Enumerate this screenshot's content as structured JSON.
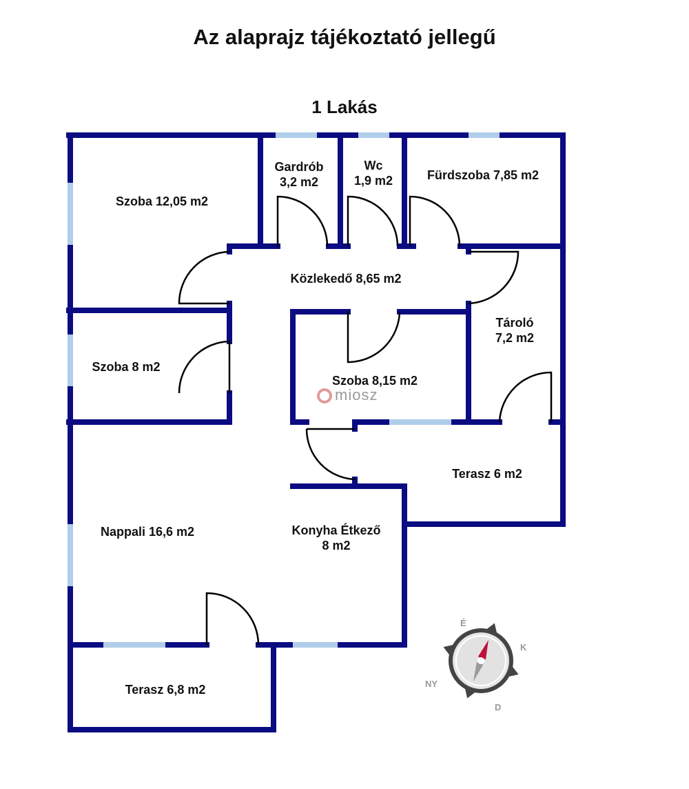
{
  "header": {
    "title": "Az alaprajz tájékoztató jellegű",
    "subtitle": "1 Lakás"
  },
  "rooms": [
    {
      "name": "Szoba 12,05 m2"
    },
    {
      "name": "Gardrób",
      "area": "3,2 m2"
    },
    {
      "name": "Wc",
      "area": "1,9 m2"
    },
    {
      "name": "Fürdszoba 7,85 m2"
    },
    {
      "name": "Közlekedő 8,65 m2"
    },
    {
      "name": "Szoba 8 m2"
    },
    {
      "name": "Szoba 8,15 m2"
    },
    {
      "name": "Tároló",
      "area": "7,2 m2"
    },
    {
      "name": "Terasz 6 m2"
    },
    {
      "name": "Nappali 16,6 m2"
    },
    {
      "name": "Konyha Étkező",
      "area": "8 m2"
    },
    {
      "name": "Terasz 6,8 m2"
    }
  ],
  "watermark": {
    "text": "miosz"
  },
  "compass": {
    "north": "É",
    "east": "K",
    "south": "D",
    "west": "NY"
  },
  "colors": {
    "wall": "#0b0b82",
    "window": "#b0cdea",
    "needle": "#c0103c"
  }
}
